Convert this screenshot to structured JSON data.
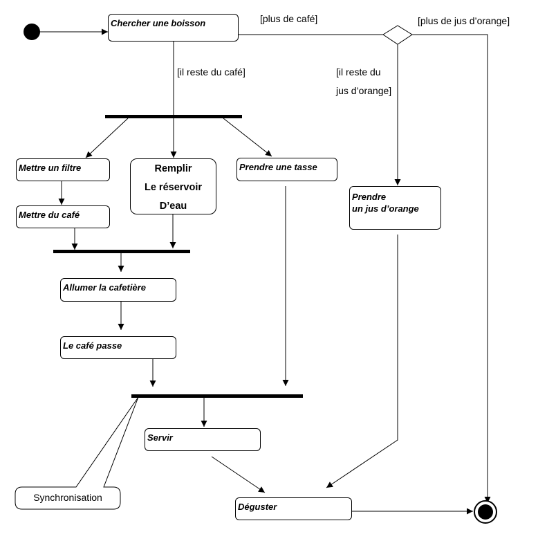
{
  "activities": {
    "chercher": "Chercher une boisson",
    "mettre_filtre": "Mettre un filtre",
    "remplir": [
      "Remplir",
      "Le réservoir",
      "D’eau"
    ],
    "prendre_tasse": "Prendre une tasse",
    "prendre_jus": [
      "Prendre",
      "un jus d’orange"
    ],
    "mettre_cafe": "Mettre du café",
    "allumer": "Allumer la cafetière",
    "cafe_passe": "Le café passe",
    "servir": "Servir",
    "deguster": "Déguster"
  },
  "guards": {
    "plus_cafe": "[plus de café]",
    "plus_jus": "[plus de jus d’orange]",
    "reste_cafe": "[il reste du café]",
    "reste_jus": [
      "[il reste du",
      "jus d’orange]"
    ]
  },
  "note": "Synchronisation"
}
